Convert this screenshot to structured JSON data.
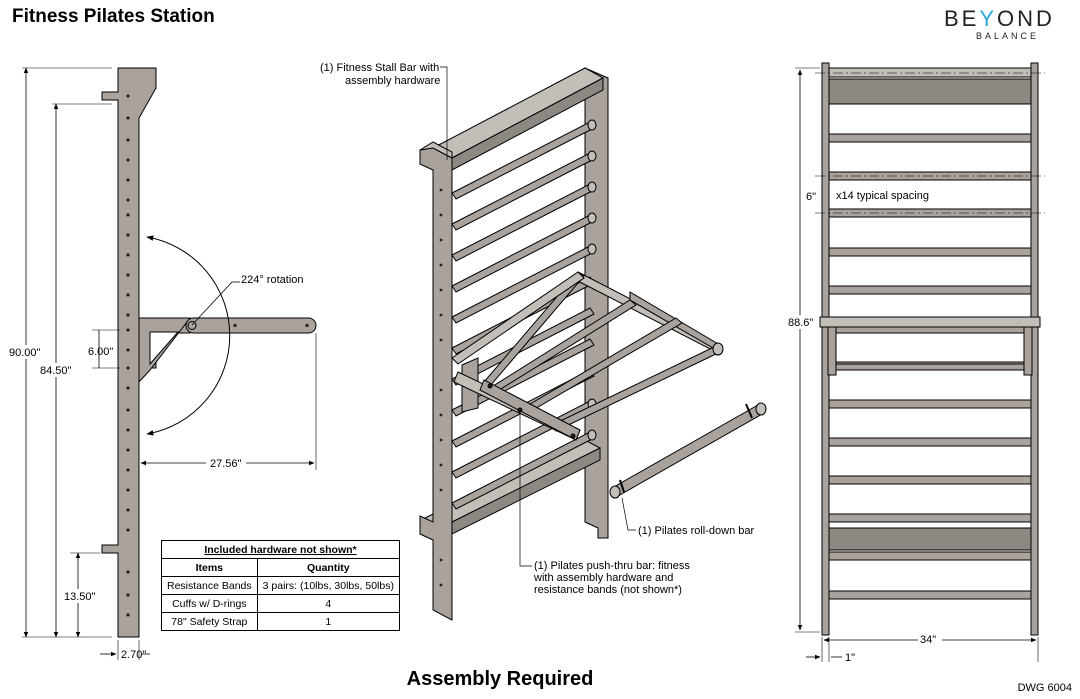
{
  "title": "Fitness Pilates Station",
  "logo": {
    "main_a": "BE",
    "main_y": "Y",
    "main_b": "OND",
    "sub": "BALANCE"
  },
  "footer": "Assembly Required",
  "drawing_number": "DWG 6004",
  "side_view": {
    "dim_total": "90.00\"",
    "dim_upper": "84.50\"",
    "dim_spacing": "6.00\"",
    "dim_bottom": "13.50\"",
    "dim_depth": "2.70\"",
    "dim_arm": "27.56\"",
    "rotation": "224° rotation"
  },
  "iso_view": {
    "callout_stall": [
      "(1) Fitness Stall Bar with",
      "assembly hardware"
    ],
    "callout_pushthru": [
      "(1) Pilates push-thru bar: fitness",
      "with assembly hardware and",
      "resistance bands (not shown*)"
    ],
    "callout_rolldown": "(1) Pilates roll-down bar"
  },
  "front_view": {
    "dim_height": "88.6\"",
    "dim_spacing": "6\"",
    "spacing_note": "x14 typical spacing",
    "dim_width": "34\"",
    "dim_post": "1\""
  },
  "hardware_table": {
    "caption": "Included hardware not shown*",
    "headers": [
      "Items",
      "Quantity"
    ],
    "rows": [
      [
        "Resistance Bands",
        "3 pairs: (10lbs, 30lbs, 50lbs)"
      ],
      [
        "Cuffs w/ D-rings",
        "4"
      ],
      [
        "78\" Safety Strap",
        "1"
      ]
    ]
  },
  "colors": {
    "wood": "#aaa39d",
    "wood_light": "#c4beb8",
    "wood_dark": "#8e8883",
    "line": "#000000"
  }
}
